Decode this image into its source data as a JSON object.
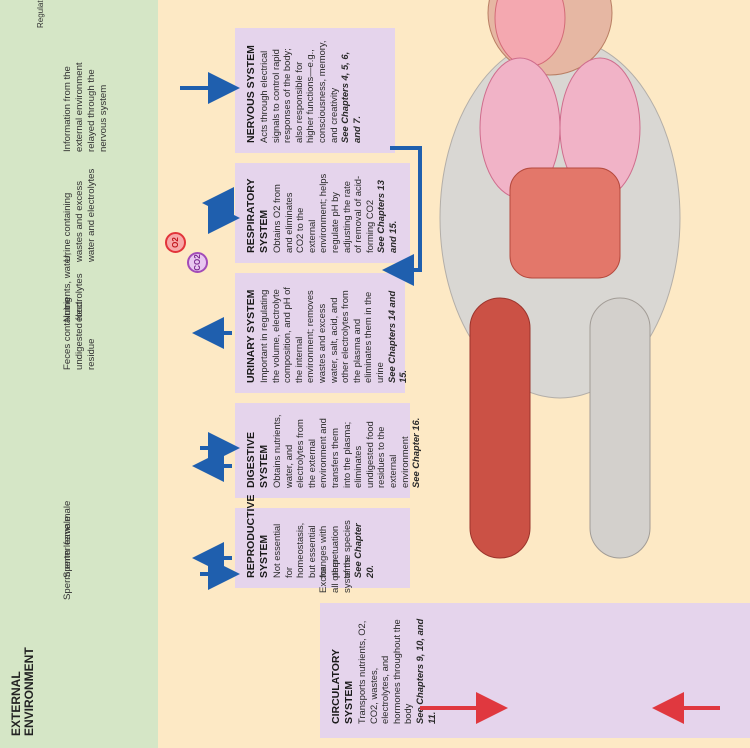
{
  "external": {
    "title": "EXTERNAL ENVIRONMENT",
    "nervous_info": "Information from the external environment relayed through the nervous system",
    "urine": "Urine containing wastes and excess water and electrolytes",
    "nutrients": "Nutrients, water, electrolytes",
    "feces": "Feces containing undigested food residue",
    "sperm_leave": "Sperm leave male",
    "sperm_enter": "Sperm enter female"
  },
  "gases": {
    "o2": "O2",
    "co2": "CO2"
  },
  "systems": {
    "nervous": {
      "title": "NERVOUS SYSTEM",
      "body": "Acts through electrical signals to control rapid responses of the body; also responsible for higher functions—e.g., consciousness, memory, and creativity",
      "see": "See Chapters 4, 5, 6, and 7."
    },
    "respiratory": {
      "title": "RESPIRATORY SYSTEM",
      "body": "Obtains O2 from and eliminates CO2 to the external environment; helps regulate pH by adjusting the rate of removal of acid-forming CO2",
      "see": "See Chapters 13 and 15."
    },
    "urinary": {
      "title": "URINARY SYSTEM",
      "body": "Important in regulating the volume, electrolyte composition, and pH of the internal environment; removes wastes and excess water, salt, acid, and other electrolytes from the plasma and eliminates them in the urine",
      "see": "See Chapters 14 and 15."
    },
    "digestive": {
      "title": "DIGESTIVE SYSTEM",
      "body": "Obtains nutrients, water, and electrolytes from the external environment and transfers them into the plasma; eliminates undigested food residues to the external environment",
      "see": "See Chapter 16."
    },
    "reproductive": {
      "title": "REPRODUCTIVE SYSTEM",
      "body": "Not essential for homeostasis, but essential for perpetuation of the species",
      "see": "See Chapter 20."
    },
    "circulatory": {
      "title": "CIRCULATORY SYSTEM",
      "body": "Transports nutrients, O2, CO2, wastes, electrolytes, and hormones throughout the body",
      "see": "See Chapters 9, 10, and 11."
    }
  },
  "exchange_note": "Exchanges with all other systems",
  "regulate_fragment": "Regulate"
}
